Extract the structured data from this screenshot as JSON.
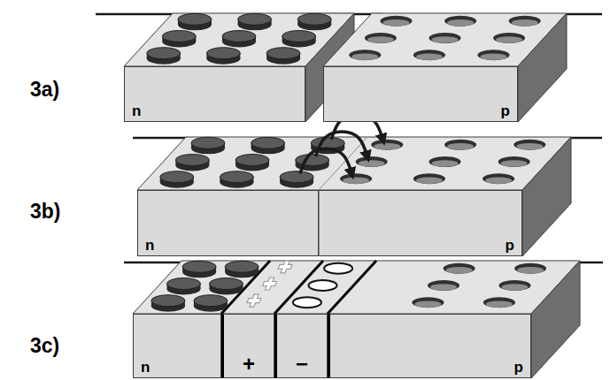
{
  "diagram": {
    "nodes": [
      {
        "text": [
          "n"
        ]
      },
      {
        "text": [
          "p"
        ]
      },
      {
        "text": [
          "n"
        ]
      },
      {
        "text": [
          "p"
        ]
      },
      {
        "text": [
          "n"
        ]
      },
      {
        "text": [
          "+"
        ]
      },
      {
        "text": [
          "−"
        ]
      },
      {
        "text": [
          "p"
        ]
      }
    ],
    "labels": [
      "3a)",
      "3b)",
      "3c)"
    ]
  }
}
